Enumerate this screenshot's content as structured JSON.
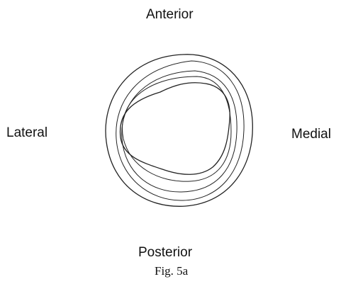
{
  "labels": {
    "anterior": "Anterior",
    "lateral": "Lateral",
    "medial": "Medial",
    "posterior": "Posterior"
  },
  "caption": "Fig. 5a",
  "colors": {
    "ink": "#222222",
    "background": "#ffffff"
  }
}
